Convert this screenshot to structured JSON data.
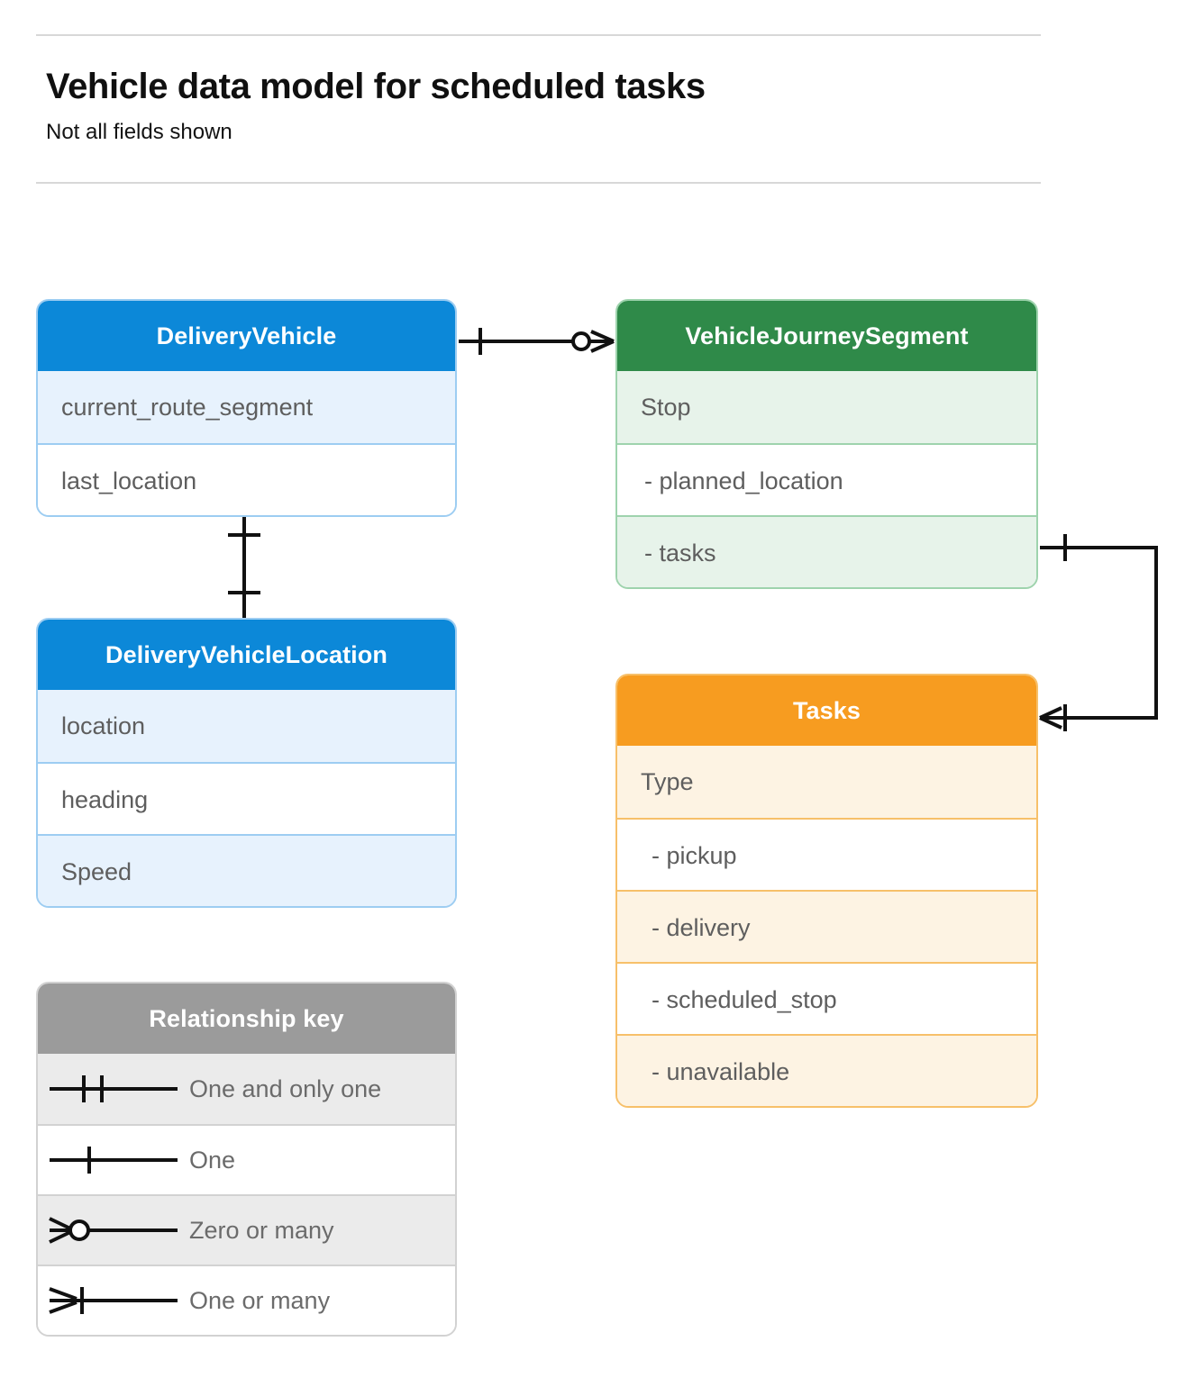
{
  "header": {
    "title": "Vehicle data model for scheduled tasks",
    "subtitle": "Not all fields shown"
  },
  "entities": [
    {
      "id": "delivery-vehicle",
      "name": "DeliveryVehicle",
      "color": "#0c88d8",
      "rows": [
        "current_route_segment",
        "last_location"
      ]
    },
    {
      "id": "vehicle-journey-segment",
      "name": "VehicleJourneySegment",
      "color": "#2f8a49",
      "rows": [
        "Stop",
        "-  planned_location",
        "- tasks"
      ]
    },
    {
      "id": "delivery-vehicle-location",
      "name": "DeliveryVehicleLocation",
      "color": "#0c88d8",
      "rows": [
        "location",
        "heading",
        "Speed"
      ]
    },
    {
      "id": "tasks",
      "name": "Tasks",
      "color": "#f79c20",
      "rows": [
        "Type",
        "-  pickup",
        "-  delivery",
        "-  scheduled_stop",
        "-  unavailable"
      ]
    }
  ],
  "legend": {
    "title": "Relationship key",
    "header_color": "#9b9b9b",
    "items": [
      {
        "symbol": "one-and-only-one",
        "label": "One and only one"
      },
      {
        "symbol": "one",
        "label": "One"
      },
      {
        "symbol": "zero-or-many",
        "label": "Zero or many"
      },
      {
        "symbol": "one-or-many",
        "label": "One or many"
      }
    ]
  },
  "relationships": [
    {
      "id": "vehicle-to-journey-segment",
      "from": "DeliveryVehicle",
      "to": "VehicleJourneySegment",
      "from_cardinality": "One",
      "to_cardinality": "Zero or many"
    },
    {
      "id": "vehicle-to-vehicle-location",
      "from": "DeliveryVehicle",
      "to": "DeliveryVehicleLocation",
      "from_cardinality": "One",
      "to_cardinality": "One"
    },
    {
      "id": "journey-segment-tasks-to-tasks",
      "from": "VehicleJourneySegment",
      "to": "Tasks",
      "from_cardinality": "One",
      "to_cardinality": "One or many"
    }
  ],
  "colors": {
    "rule": "#d8d8d8",
    "connector": "#111111",
    "row_text": "#5e5e5e",
    "blue_tint": "#e7f2fd",
    "green_tint": "#e7f3ea",
    "orange_tint": "#fdf3e3",
    "gray_tint": "#ebebeb"
  }
}
